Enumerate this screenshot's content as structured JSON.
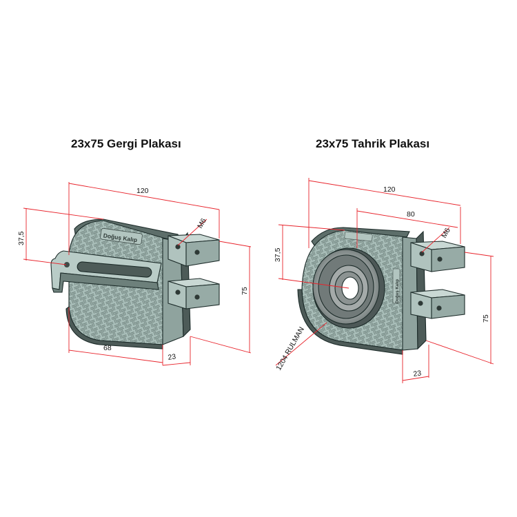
{
  "titles": {
    "left": "23x75 Gergi Plakası",
    "right": "23x75 Tahrik Plakası"
  },
  "left_part": {
    "dimensions": {
      "width_total": "120",
      "height_offset": "37,5",
      "thread": "M6",
      "height": "75",
      "slot_length": "68",
      "thickness": "23"
    },
    "engraving": "Doğuş Kalıp"
  },
  "right_part": {
    "dimensions": {
      "width_total": "120",
      "width_inner": "80",
      "height_offset": "37,5",
      "thread": "M6",
      "height": "75",
      "thickness": "23",
      "bearing": "1204 RULMAN"
    },
    "engraving": "Doğuş Kalıp"
  },
  "colors": {
    "part_face": "#a8bdb8",
    "part_light": "#c9d8d4",
    "part_dark": "#5d6e6a",
    "part_shadow": "#3e4b48",
    "dimension": "#e8222a",
    "bearing_outer": "#8a9190",
    "bearing_inner": "#6f7777"
  }
}
